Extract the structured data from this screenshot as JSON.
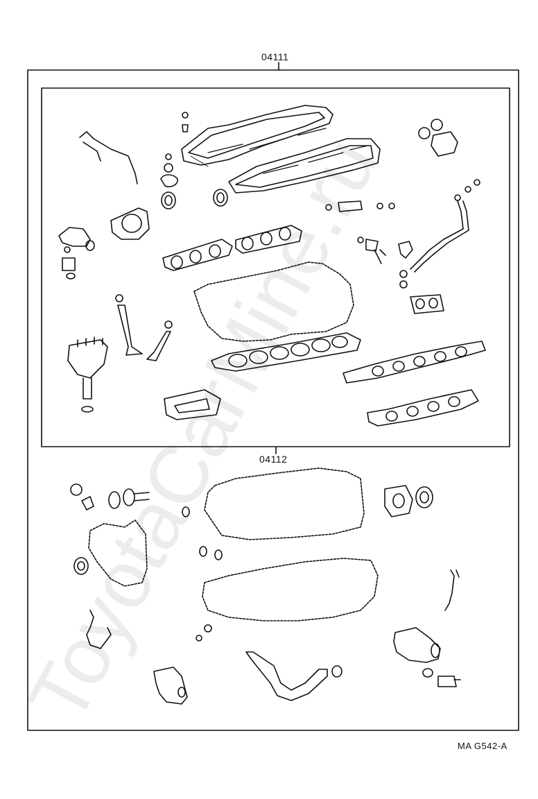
{
  "labels": {
    "set_upper": "04111",
    "set_lower": "04112",
    "diagram_code": "MA G542-A"
  },
  "watermark": "ToyotaCarMine.ru",
  "colors": {
    "line": "#111111",
    "background": "#ffffff"
  }
}
